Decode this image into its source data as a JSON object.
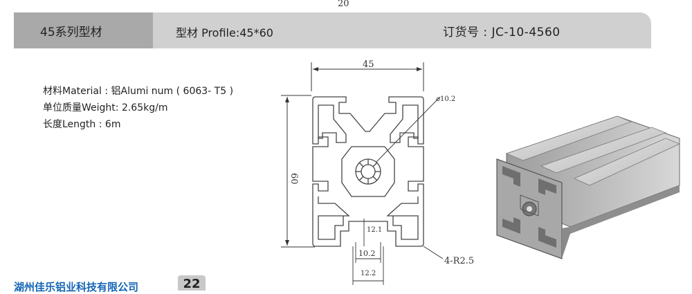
{
  "top_number": "20",
  "header": {
    "series": "45系列型材",
    "profile": "型材 Profile:45*60",
    "order_no": "订货号 : JC-10-4560"
  },
  "specs": {
    "material": "材料Material : 铝Alumi num ( 6063- T5 )",
    "weight": "单位质量Weight: 2.65kg/m",
    "length": "长度Length : 6m"
  },
  "drawing": {
    "width_label": "45",
    "height_label": "60",
    "hole_label": "⌀10.2",
    "slot_depth_label": "12.1",
    "slot_inner_label": "10.2",
    "slot_outer_label": "12.2",
    "radius_label": "4-R2.5"
  },
  "footer": {
    "company": "湖州佳乐铝业科技有限公司",
    "page": "22"
  },
  "colors": {
    "header_tab": "#a9a9a9",
    "header_bar": "#d0d0d0",
    "company_blue": "#1565b5"
  }
}
